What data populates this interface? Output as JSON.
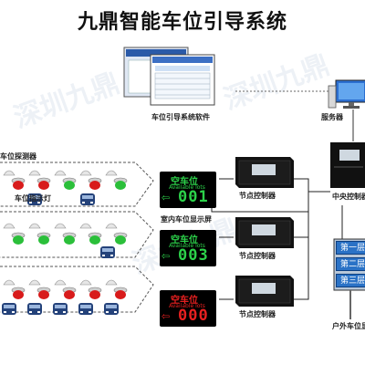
{
  "title": "九鼎智能车位引导系统",
  "watermark": "深圳九鼎",
  "labels": {
    "software": "车位引导系统软件",
    "server": "服务器",
    "detector": "车位探测器",
    "indicator": "车位指示灯",
    "indoor_screen": "室内车位显示屏",
    "node_1": "节点控制器",
    "node_2": "节点控制器",
    "node_3": "节点控制器",
    "central": "中央控制器",
    "outdoor": "户外车位显示屏"
  },
  "displays": [
    {
      "cn": "空车位",
      "en": "Available lots",
      "arrow": "⇦",
      "number": "001",
      "color": "#2cd24a"
    },
    {
      "cn": "空车位",
      "en": "Available lots",
      "arrow": "⇦",
      "number": "003",
      "color": "#2cd24a"
    },
    {
      "cn": "空车位",
      "en": "Available lots",
      "arrow": "⇦",
      "number": "000",
      "color": "#e82020"
    }
  ],
  "outdoor_lines": [
    "第一层",
    "第二层",
    "第三层"
  ],
  "colors": {
    "green_light": "#2bbf3a",
    "red_light": "#d81b1b",
    "car_blue": "#24427a",
    "outdoor_blue": "#2a72c6"
  }
}
